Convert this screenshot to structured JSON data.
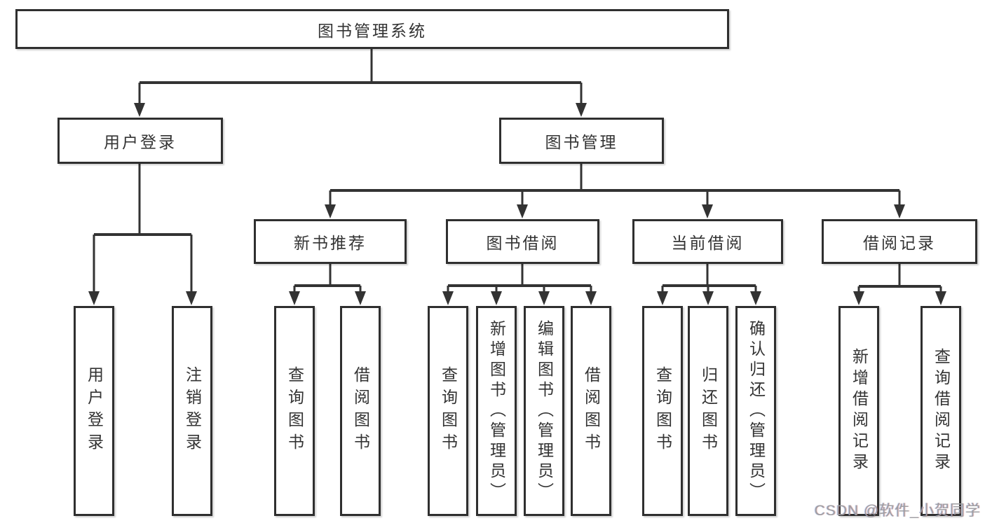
{
  "diagram": {
    "type": "hierarchy-tree",
    "colors": {
      "line": "#333333",
      "box_border": "#2f2f2f",
      "box_fill": "#ffffff",
      "text": "#333333",
      "watermark": "#9e9ea2"
    },
    "tree": {
      "root": {
        "label": "图书管理系统",
        "children": [
          {
            "label": "用户登录",
            "children": [
              {
                "label": "用户登录"
              },
              {
                "label": "注销登录"
              }
            ]
          },
          {
            "label": "图书管理",
            "children": [
              {
                "label": "新书推荐",
                "children": [
                  {
                    "label": "查询图书"
                  },
                  {
                    "label": "借阅图书"
                  }
                ]
              },
              {
                "label": "图书借阅",
                "children": [
                  {
                    "label": "查询图书"
                  },
                  {
                    "label": "新增图书（管理员）"
                  },
                  {
                    "label": "编辑图书（管理员）"
                  },
                  {
                    "label": "借阅图书"
                  }
                ]
              },
              {
                "label": "当前借阅",
                "children": [
                  {
                    "label": "查询图书"
                  },
                  {
                    "label": "归还图书"
                  },
                  {
                    "label": "确认归还（管理员）"
                  }
                ]
              },
              {
                "label": "借阅记录",
                "children": [
                  {
                    "label": "新增借阅记录"
                  },
                  {
                    "label": "查询借阅记录"
                  }
                ]
              }
            ]
          }
        ]
      }
    }
  },
  "watermark": {
    "text": "CSDN @软件_小贺同学"
  }
}
